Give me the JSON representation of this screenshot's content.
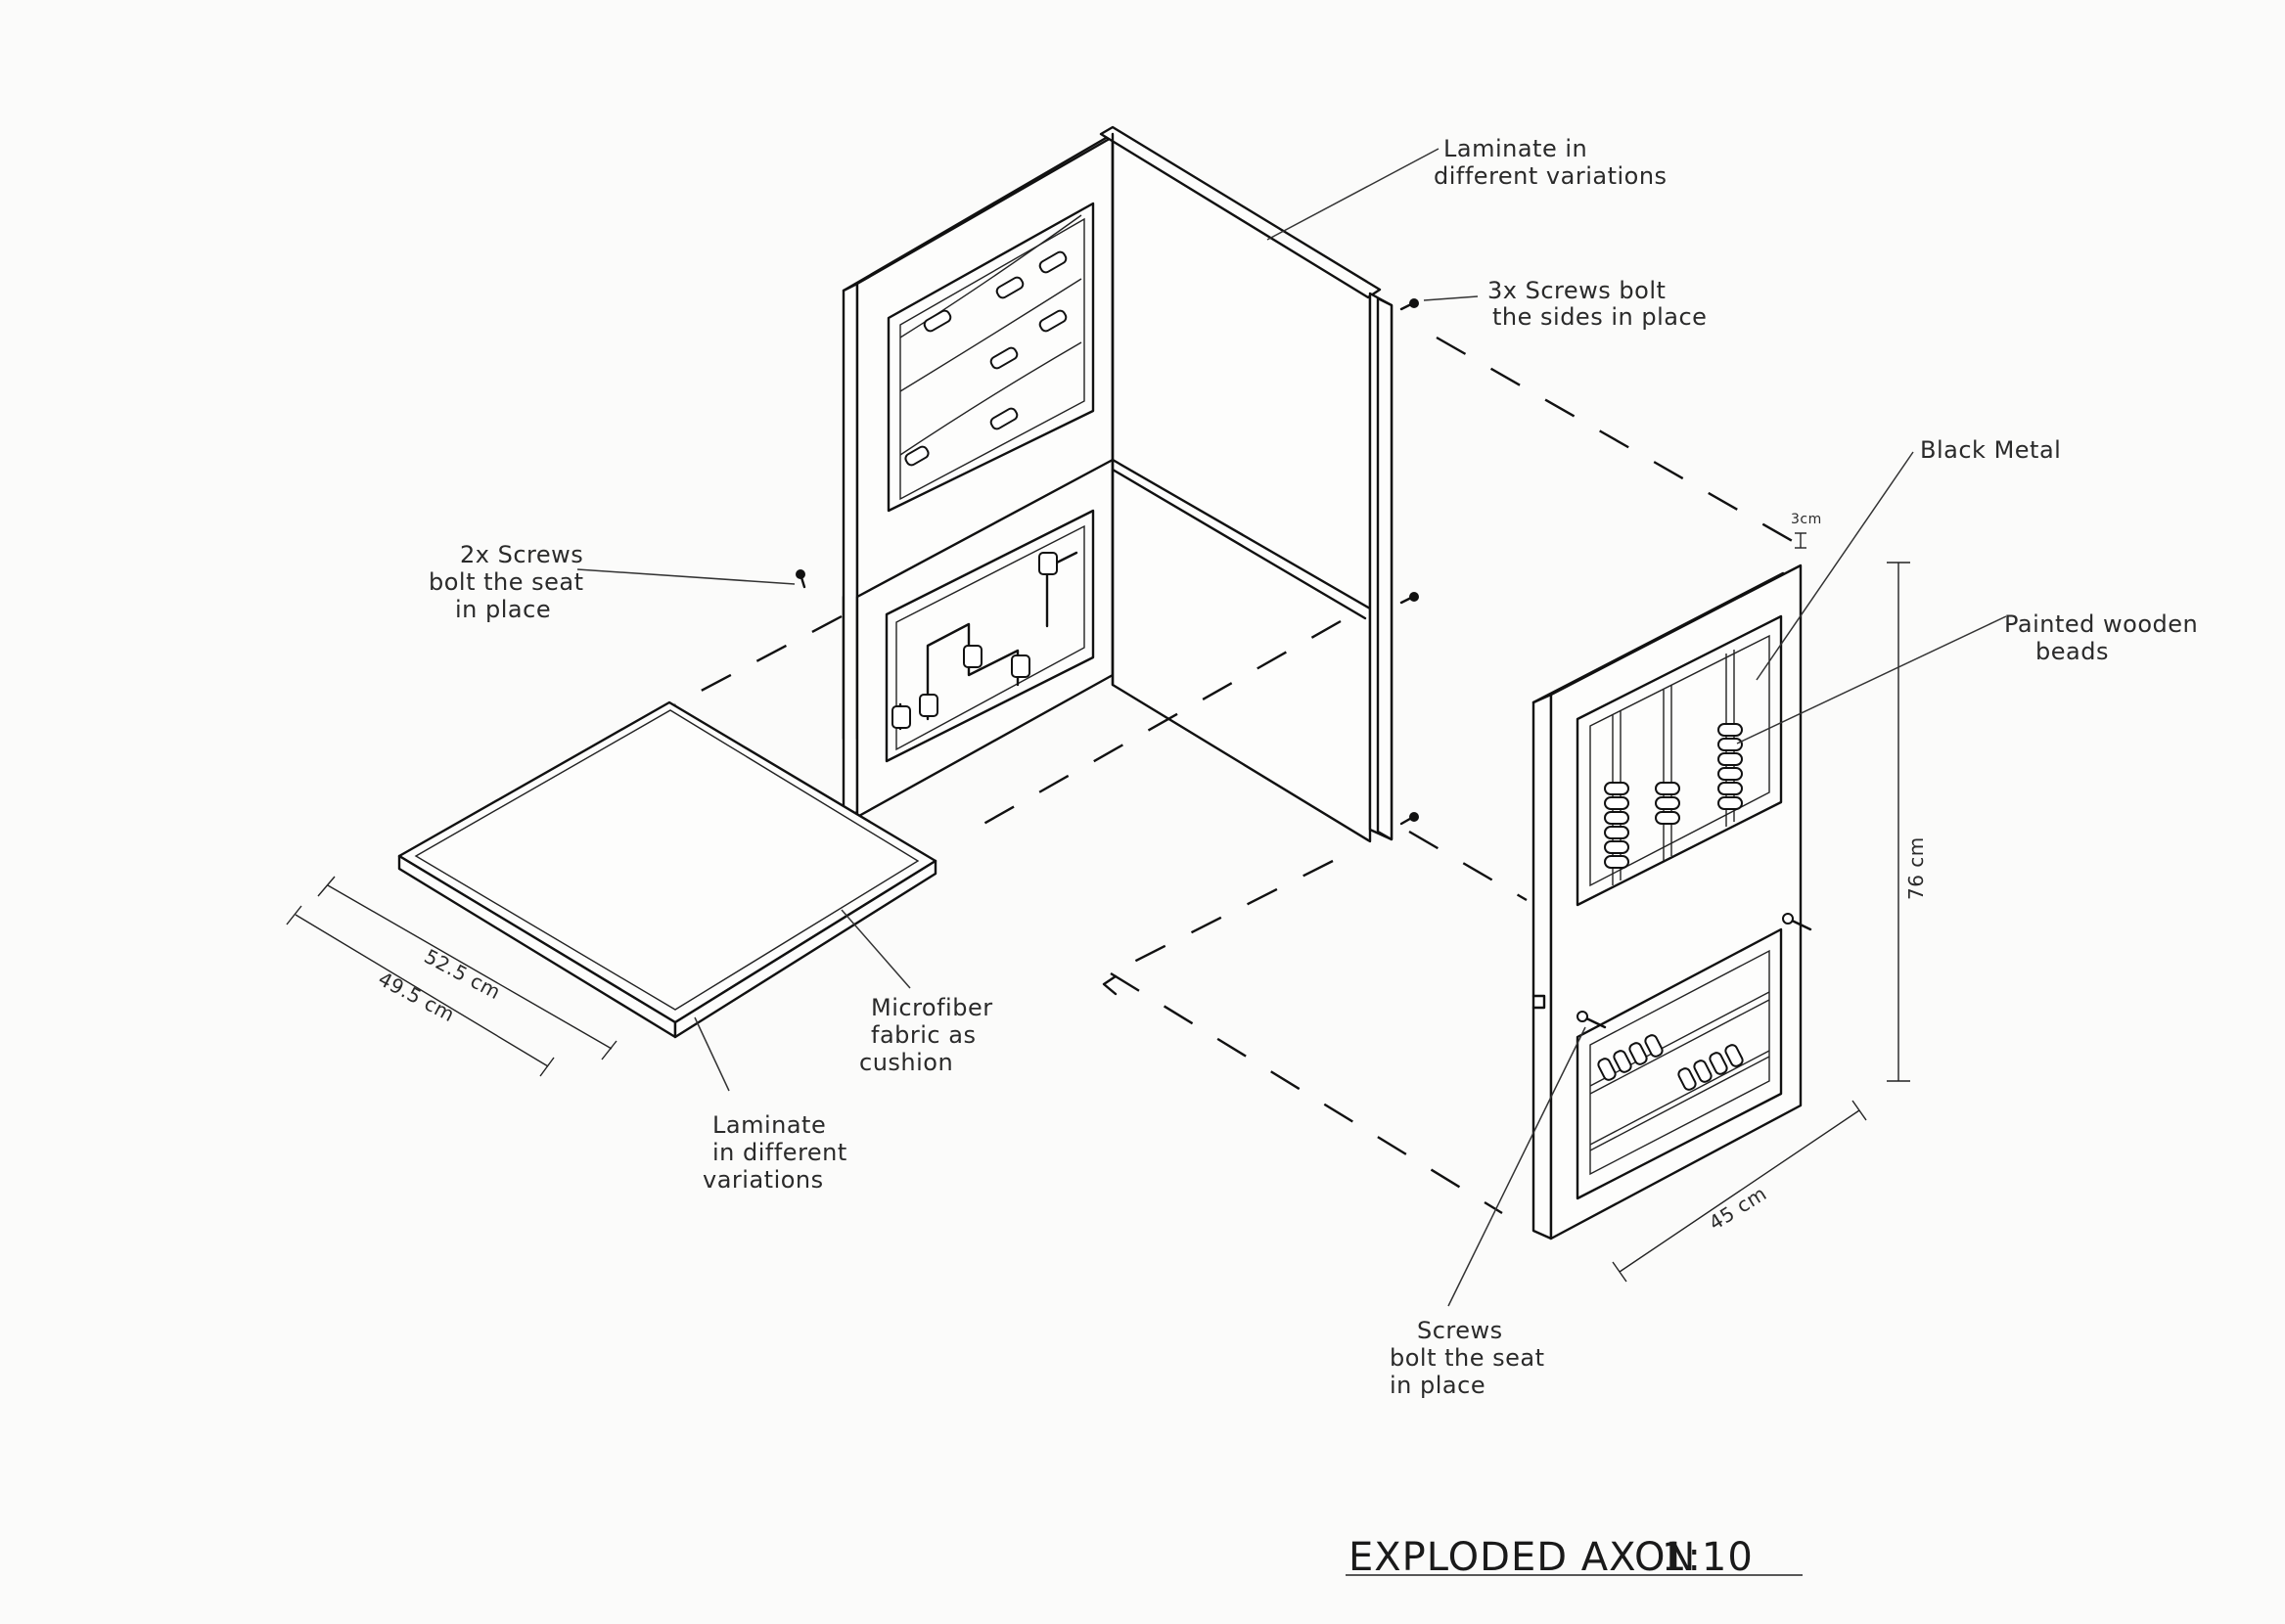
{
  "labels": {
    "laminate_back": [
      "Laminate in",
      "different variations"
    ],
    "screws_sides": [
      "3x Screws bolt",
      "the sides in place"
    ],
    "black_metal": "Black Metal",
    "beads": [
      "Painted wooden",
      "beads"
    ],
    "screws_seat_left": [
      "2x Screws",
      "bolt the seat",
      "in place"
    ],
    "microfiber": [
      "Microfiber",
      "fabric as",
      "cushion"
    ],
    "laminate_seat": [
      "Laminate",
      "in different",
      "variations"
    ],
    "screws_seat_right": [
      "Screws",
      "bolt the seat",
      "in place"
    ]
  },
  "dimensions": {
    "seat_depth": "52.5 cm",
    "seat_width": "49.5 cm",
    "thickness": "3cm",
    "height": "76 cm",
    "side_width": "45 cm"
  },
  "title": {
    "name": "EXPLODED AXON",
    "scale": "1:10"
  },
  "colors": {
    "ink": "#111111",
    "paper": "#fbfbfa"
  }
}
